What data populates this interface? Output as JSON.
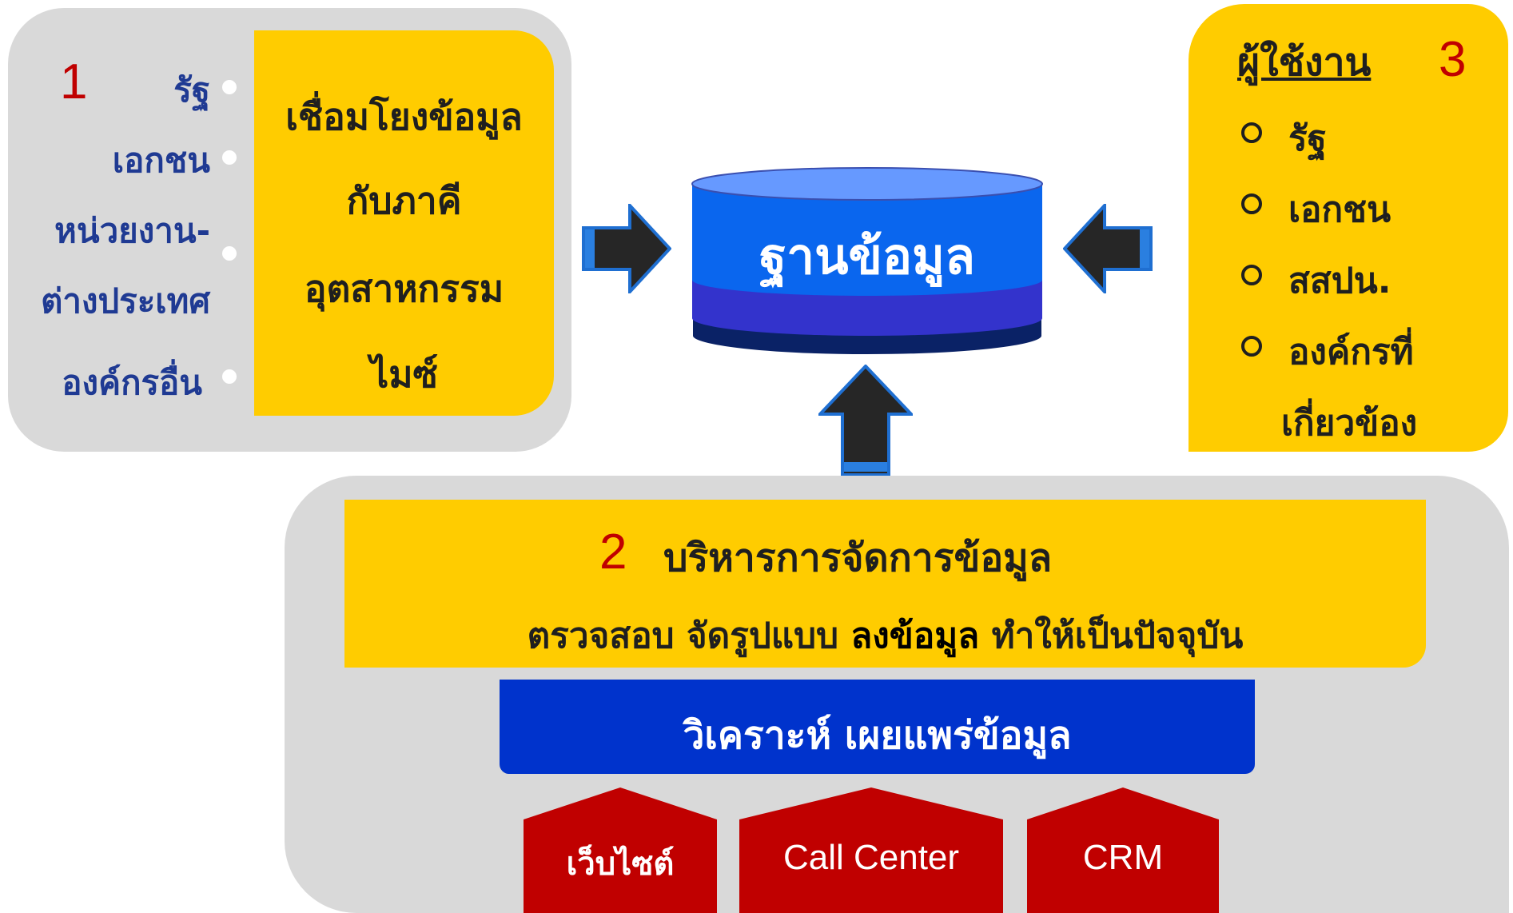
{
  "partners": {
    "number": "1",
    "items": [
      "รัฐ",
      "เอกชน",
      "หน่วยงาน-",
      "ต่างประเทศ",
      "องค์กรอื่น"
    ],
    "box_lines": [
      "เชื่อมโยงข้อมูล",
      "กับภาคี",
      "อุตสาหกรรม",
      "ไมซ์"
    ]
  },
  "database": {
    "label": "ฐานข้อมูล"
  },
  "users": {
    "heading": "ผู้ใช้งาน",
    "number": "3",
    "items": [
      "รัฐ",
      "เอกชน",
      "สสปน.",
      "องค์กรที่"
    ],
    "continuation": "เกี่ยวข้อง"
  },
  "management": {
    "number": "2",
    "title": "บริหารการจัดการข้อมูล",
    "line2_part1": "ตรวจสอบ จัดรูปแบบ",
    "line2_bold": "ลงข้อมูล",
    "line2_part2": "ทำให้เป็นปัจจุบัน",
    "analysis": "วิเคราะห์ เผยแพร่ข้อมูล",
    "channels": [
      "เว็บไซต์",
      "Call Center",
      "CRM"
    ]
  },
  "colors": {
    "grey_panel": "#d9d9d9",
    "yellow": "#ffcc00",
    "number_red": "#c00000",
    "navy_text": "#1f3a93",
    "blue_bar": "#0033cc",
    "db_top": "#6699ff",
    "db_body": "#0a66ee",
    "db_band": "#3333cc",
    "db_base": "#0a2266",
    "channel_red": "#c00000",
    "arrow_fill": "#262626",
    "arrow_edge": "#1f6fd1"
  }
}
